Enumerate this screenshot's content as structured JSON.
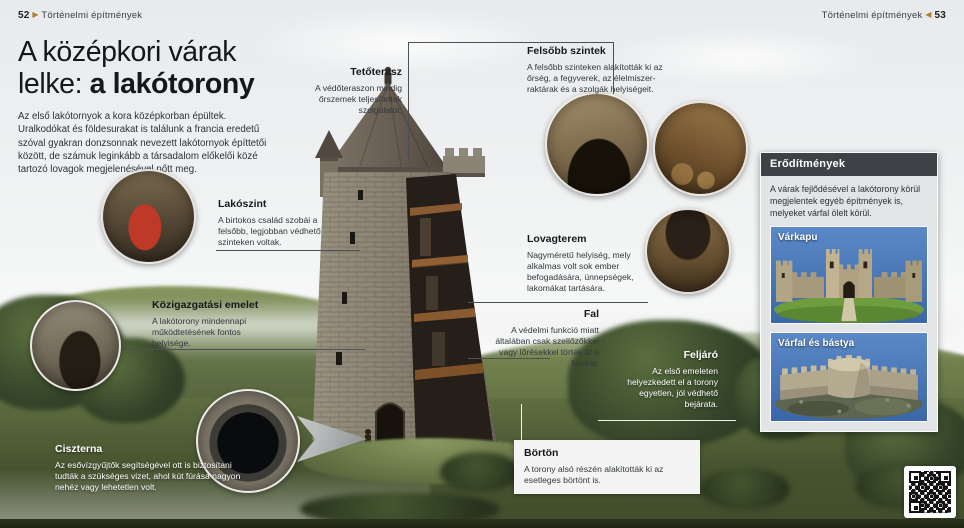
{
  "header": {
    "left_page": "52",
    "right_page": "53",
    "section_left": "Történelmi építmények",
    "section_right": "Történelmi építmények",
    "arrow_right": "▶",
    "arrow_left": "◀"
  },
  "intro": {
    "title_line1": "A középkori várak",
    "title_line2_regular": "lelke: ",
    "title_line2_bold": "a lakótorony",
    "paragraph": "Az első lakótornyok a kora középkorban épültek. Uralkodókat és földesurakat is találunk a francia eredetű szóval gyakran donzsonnak nevezett lakótornyok építtetői között, de számuk leginkább a társadalom előkelői közé tartozó lovagok megjelenésével nőtt meg."
  },
  "callouts": {
    "tetoterasz": {
      "title": "Tetőterasz",
      "body": "A védőteraszon mindig őrszemek teljesítettek szolgálatot."
    },
    "felsobb_szintek": {
      "title": "Felsőbb szintek",
      "body": "A felsőbb szinteken alakították ki az őrség, a fegyverek, az élelmiszer-raktárak és a szolgák helyiségeit."
    },
    "lakoszint": {
      "title": "Lakószint",
      "body": "A birtokos család szobái a felsőbb, legjobban védhető szinteken voltak."
    },
    "lovagterem": {
      "title": "Lovagterem",
      "body": "Nagyméretű helyiség, mely alkalmas volt sok ember befogadására, ünnepségek, lakomákat tartására."
    },
    "kozigazgatasi_emelet": {
      "title": "Közigazgatási emelet",
      "body": "A lakótorony mindennapi működtetésének fontos helyisége."
    },
    "fal": {
      "title": "Fal",
      "body": "A védelmi funkció miatt általában csak szellőzőkkel vagy lőrésekkel törték át a falakat."
    },
    "feljaro": {
      "title": "Feljáró",
      "body": "Az első emeleten helyezkedett el a torony egyetlen, jól védhető bejárata."
    },
    "ciszterna": {
      "title": "Ciszterna",
      "body": "Az esővízgyűjtők segítségével ott is biztosítani tudták a szükséges vizet, ahol kút fúrása nagyon nehéz vagy lehetetlen volt."
    },
    "borton": {
      "title": "Börtön",
      "body": "A torony alsó részén alakították ki az esetleges börtönt is."
    }
  },
  "sidebar": {
    "title": "Erődítmények",
    "body": "A várak fejlődésével a lakótorony körül megjelentek egyéb építmények is, melyeket várfal ölelt körül.",
    "cards": [
      {
        "label": "Várkapu"
      },
      {
        "label": "Várfal és bástya"
      }
    ]
  },
  "colors": {
    "accent_gold": "#ab8330",
    "card_blue": "#4677bd",
    "sidebar_header_bg": "#3e4246",
    "heading_text": "#16191c",
    "body_text": "#33383d",
    "white_text": "#ffffff",
    "grass_green": "#5a6a3e",
    "connector_line": "#4c5055"
  }
}
